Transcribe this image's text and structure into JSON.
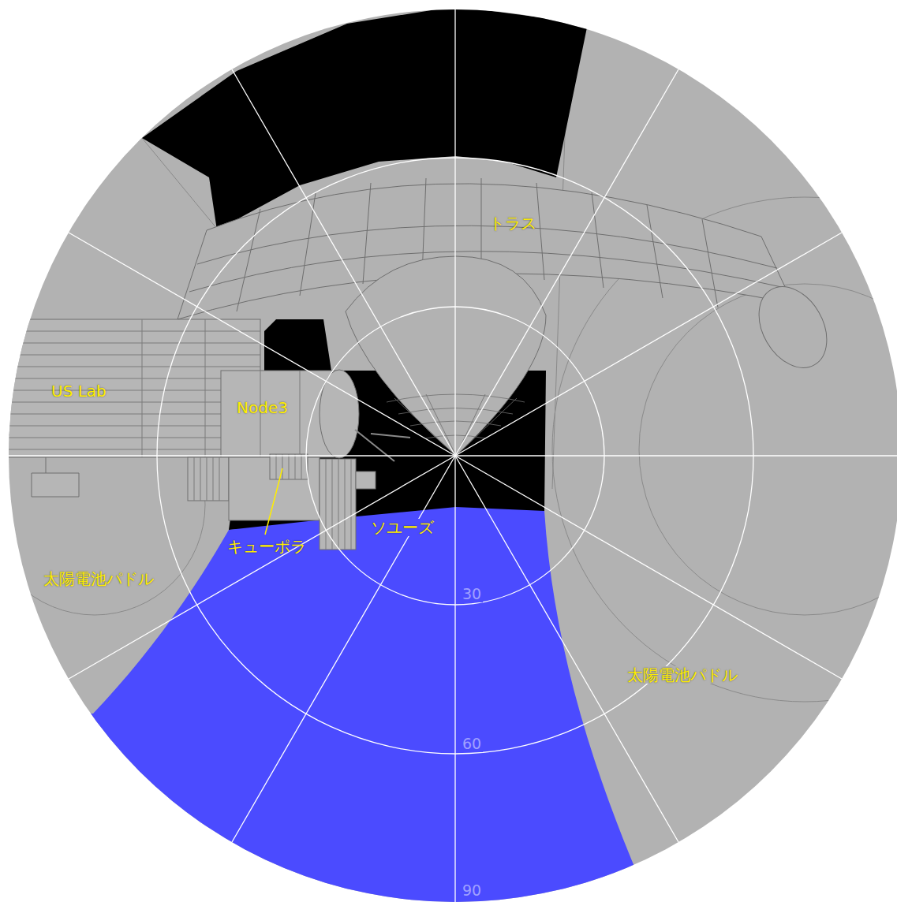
{
  "diagram": {
    "labels": [
      "トラス",
      "US Lab",
      "Node3",
      "キューポラ",
      "ソユーズ",
      "太陽電池パドル",
      "太陽電池パドル",
      "30",
      "60",
      "90"
    ]
  }
}
